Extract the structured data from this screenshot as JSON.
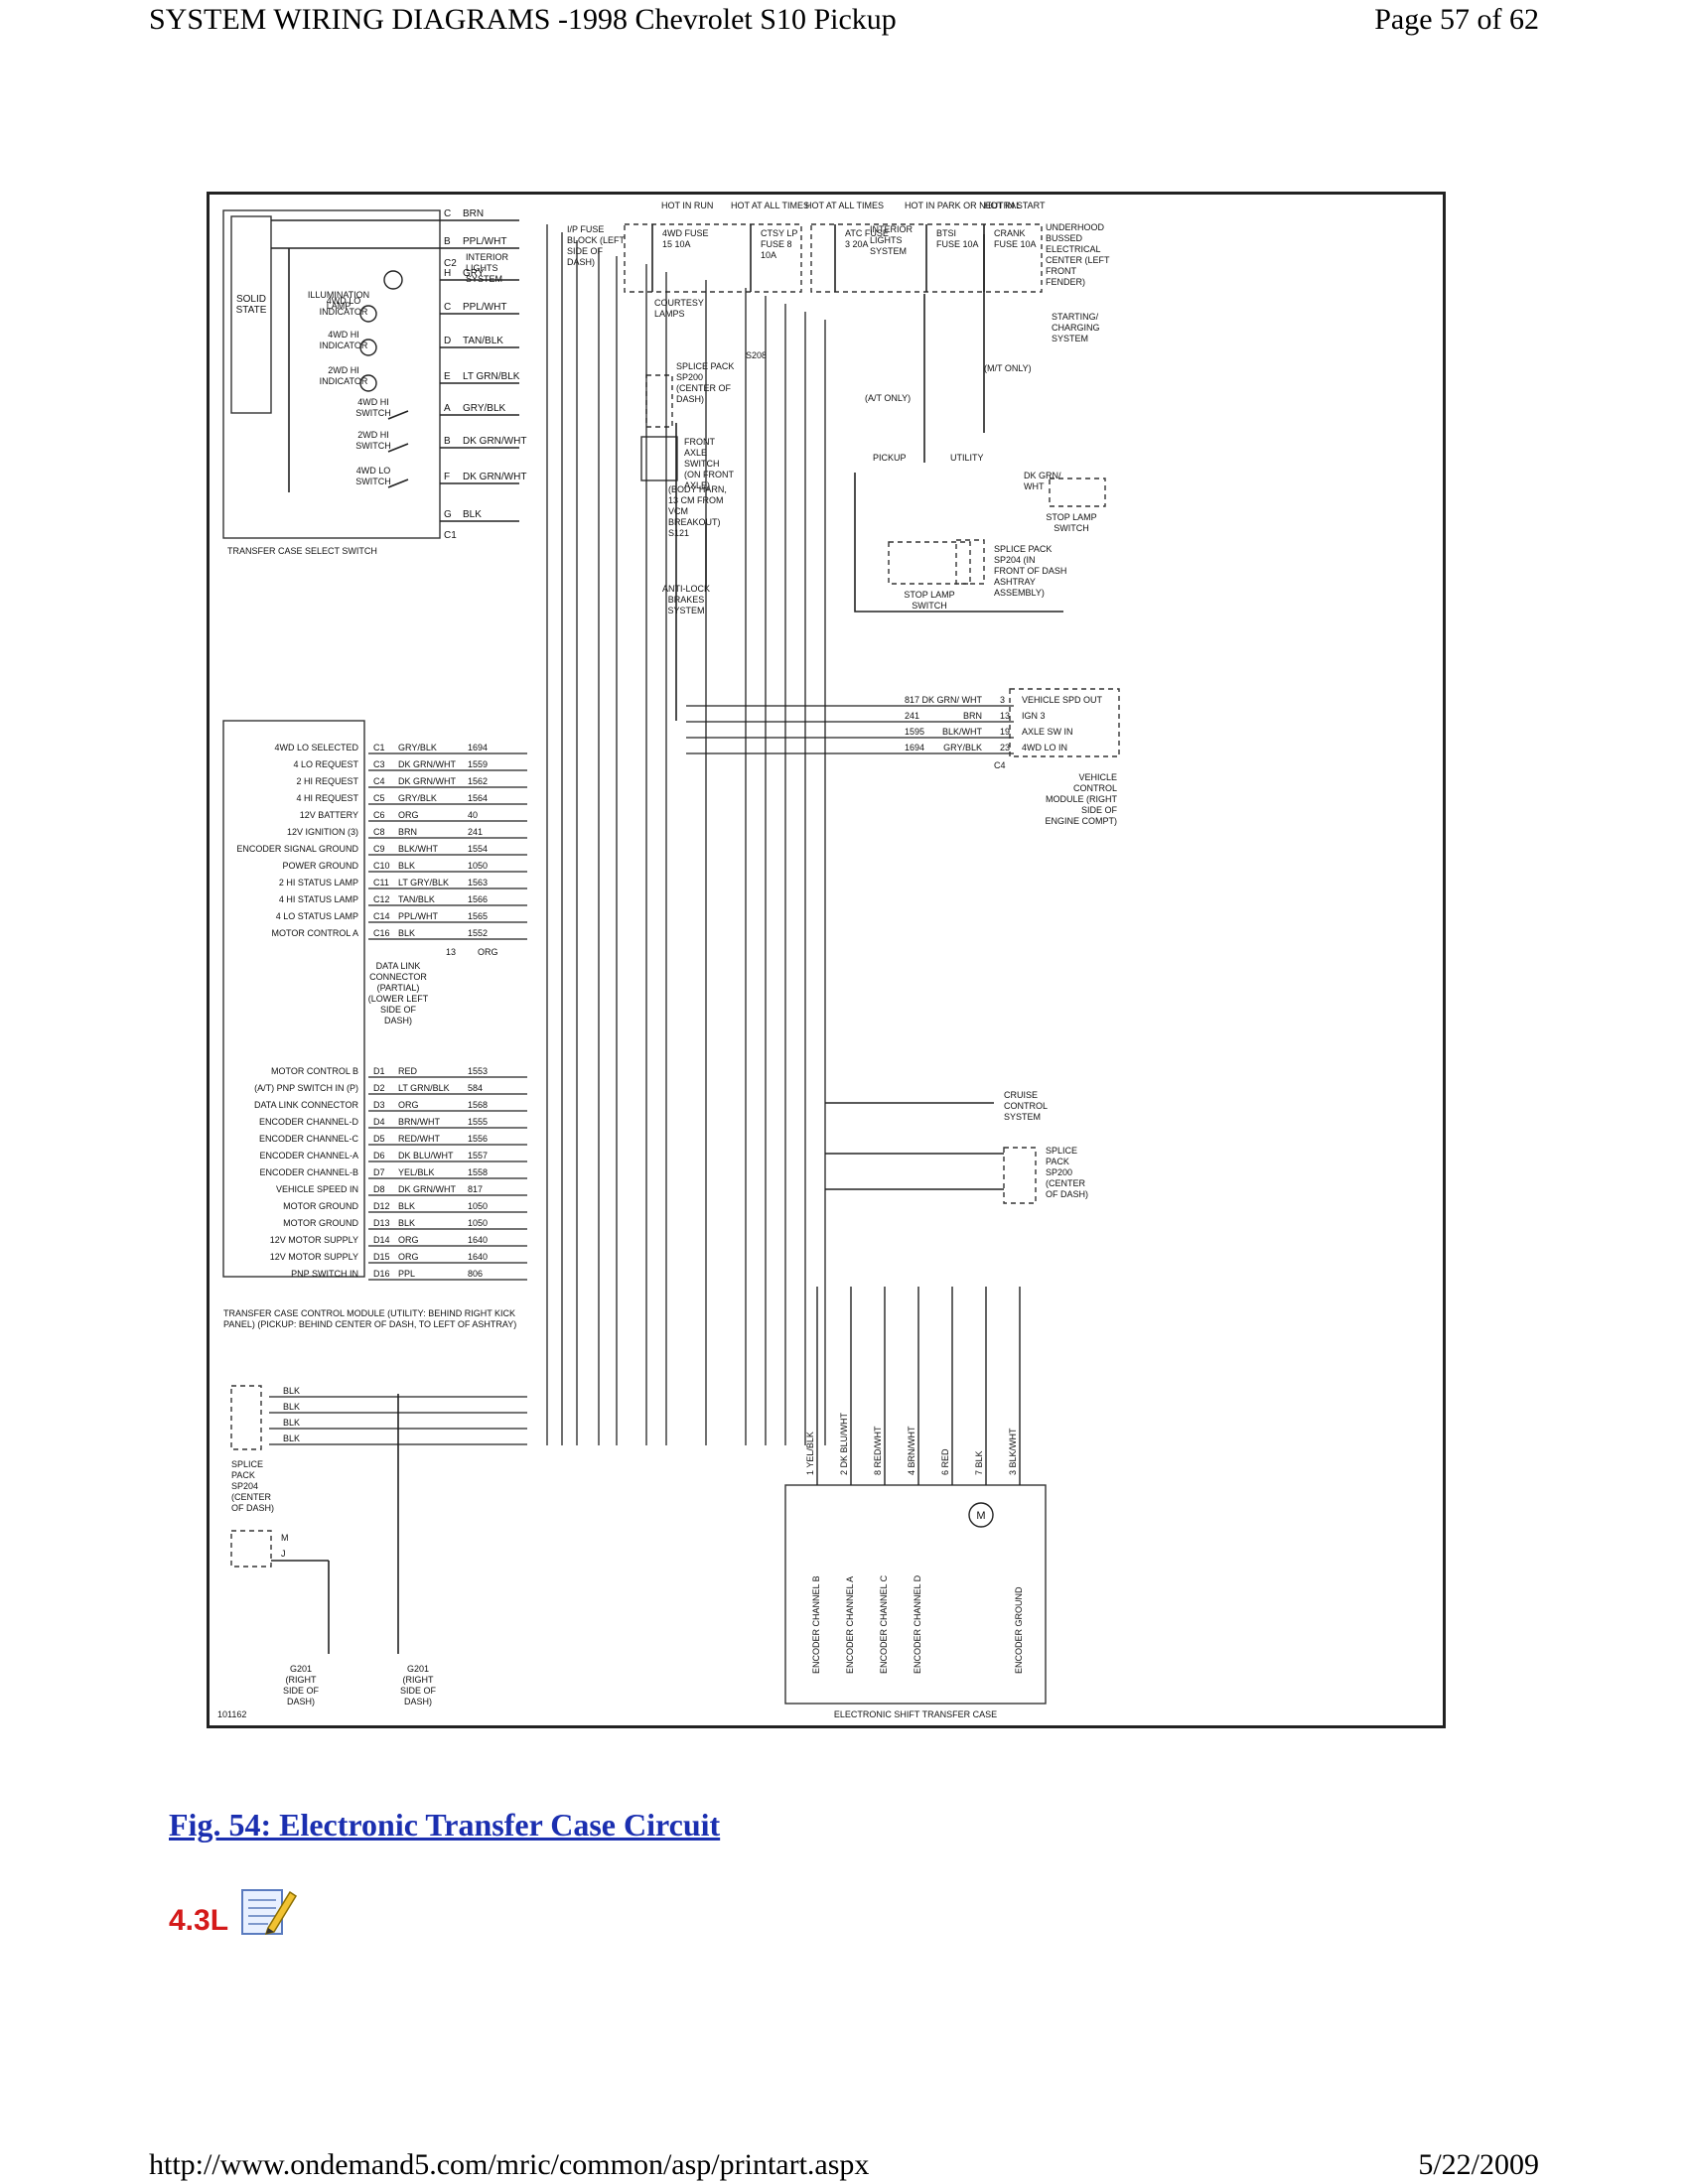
{
  "header": {
    "title": "SYSTEM WIRING DIAGRAMS -1998 Chevrolet S10 Pickup",
    "page": "Page 57 of 62"
  },
  "footer": {
    "url": "http://www.ondemand5.com/mric/common/asp/printart.aspx",
    "date": "5/22/2009"
  },
  "figure": {
    "caption": "Fig. 54: Electronic Transfer Case Circuit",
    "code": "101162"
  },
  "engine_section": {
    "label": "4.3L",
    "icon": "notepad-pencil-icon"
  },
  "diagram": {
    "power_headers": [
      "HOT IN RUN",
      "HOT AT ALL TIMES",
      "HOT AT ALL TIMES",
      "HOT IN PARK OR NEUTRAL",
      "HOT IN START"
    ],
    "fuses": [
      "4WD FUSE 15 10A",
      "CTSY LP FUSE 8 10A",
      "ATC FUSE 3 20A",
      "BTSI FUSE 10A",
      "CRANK FUSE 10A"
    ],
    "ip_fuse_block": "I/P FUSE BLOCK (LEFT SIDE OF DASH)",
    "underhood": "UNDERHOOD BUSSED ELECTRICAL CENTER (LEFT FRONT FENDER)",
    "interior_lights_system": "INTERIOR LIGHTS SYSTEM",
    "starting_charging": "STARTING/ CHARGING SYSTEM",
    "mt_only": "(M/T ONLY)",
    "at_only": "(A/T ONLY)",
    "courtesy_lamps": "COURTESY LAMPS",
    "splice_sp200_top": "SPLICE PACK SP200 (CENTER OF DASH)",
    "front_axle_switch": "FRONT AXLE SWITCH (ON FRONT AXLE)",
    "body_harn": "(BODY HARN, 13 CM FROM VCM BREAKOUT) S121",
    "s208": "S208",
    "antilock": "ANTI-LOCK BRAKES SYSTEM",
    "pickup": "PICKUP",
    "utility": "UTILITY",
    "stop_lamp_switch": "STOP LAMP SWITCH",
    "splice_sp204_right": "SPLICE PACK SP204 (IN FRONT OF DASH ASHTRAY ASSEMBLY)",
    "dk_grn_wht": "DK GRN/ WHT",
    "select_switch": {
      "solid_state": "SOLID STATE",
      "illumination_lamp": "ILLUMINATION LAMP",
      "indicators": [
        "4WD LO INDICATOR",
        "4WD HI INDICATOR",
        "2WD HI INDICATOR"
      ],
      "switches": [
        "4WD HI SWITCH",
        "2WD HI SWITCH",
        "4WD LO SWITCH"
      ],
      "label": "TRANSFER CASE SELECT SWITCH",
      "pins": [
        {
          "pin": "C",
          "wire": "BRN"
        },
        {
          "pin": "B",
          "wire": "PPL/WHT"
        },
        {
          "pin": "H",
          "wire": "GRY"
        },
        {
          "pin": "C",
          "wire": "PPL/WHT"
        },
        {
          "pin": "D",
          "wire": "TAN/BLK"
        },
        {
          "pin": "E",
          "wire": "LT GRN/BLK"
        },
        {
          "pin": "A",
          "wire": "GRY/BLK"
        },
        {
          "pin": "B",
          "wire": "DK GRN/WHT"
        },
        {
          "pin": "F",
          "wire": "DK GRN/WHT"
        },
        {
          "pin": "G",
          "wire": "BLK"
        }
      ]
    },
    "tccm_c": [
      {
        "func": "4WD LO SELECTED",
        "pin": "C1",
        "wire": "GRY/BLK",
        "circuit": "1694"
      },
      {
        "func": "4 LO REQUEST",
        "pin": "C3",
        "wire": "DK GRN/WHT",
        "circuit": "1559"
      },
      {
        "func": "2 HI REQUEST",
        "pin": "C4",
        "wire": "DK GRN/WHT",
        "circuit": "1562"
      },
      {
        "func": "4 HI REQUEST",
        "pin": "C5",
        "wire": "GRY/BLK",
        "circuit": "1564"
      },
      {
        "func": "12V BATTERY",
        "pin": "C6",
        "wire": "ORG",
        "circuit": "40"
      },
      {
        "func": "12V IGNITION (3)",
        "pin": "C8",
        "wire": "BRN",
        "circuit": "241"
      },
      {
        "func": "ENCODER SIGNAL GROUND",
        "pin": "C9",
        "wire": "BLK/WHT",
        "circuit": "1554"
      },
      {
        "func": "POWER GROUND",
        "pin": "C10",
        "wire": "BLK",
        "circuit": "1050"
      },
      {
        "func": "2 HI STATUS LAMP",
        "pin": "C11",
        "wire": "LT GRY/BLK",
        "circuit": "1563"
      },
      {
        "func": "4 HI STATUS LAMP",
        "pin": "C12",
        "wire": "TAN/BLK",
        "circuit": "1566"
      },
      {
        "func": "4 LO STATUS LAMP",
        "pin": "C14",
        "wire": "PPL/WHT",
        "circuit": "1565"
      },
      {
        "func": "MOTOR CONTROL A",
        "pin": "C16",
        "wire": "BLK",
        "circuit": "1552"
      }
    ],
    "dlc": "DATA LINK CONNECTOR (PARTIAL) (LOWER LEFT SIDE OF DASH)",
    "dlc_pin": {
      "pin": "13",
      "wire": "ORG"
    },
    "tccm_d": [
      {
        "func": "MOTOR CONTROL B",
        "pin": "D1",
        "wire": "RED",
        "circuit": "1553"
      },
      {
        "func": "(A/T) PNP SWITCH IN (P)",
        "pin": "D2",
        "wire": "LT GRN/BLK",
        "circuit": "584"
      },
      {
        "func": "DATA LINK CONNECTOR",
        "pin": "D3",
        "wire": "ORG",
        "circuit": "1568"
      },
      {
        "func": "ENCODER CHANNEL-D",
        "pin": "D4",
        "wire": "BRN/WHT",
        "circuit": "1555"
      },
      {
        "func": "ENCODER CHANNEL-C",
        "pin": "D5",
        "wire": "RED/WHT",
        "circuit": "1556"
      },
      {
        "func": "ENCODER CHANNEL-A",
        "pin": "D6",
        "wire": "DK BLU/WHT",
        "circuit": "1557"
      },
      {
        "func": "ENCODER CHANNEL-B",
        "pin": "D7",
        "wire": "YEL/BLK",
        "circuit": "1558"
      },
      {
        "func": "VEHICLE SPEED IN",
        "pin": "D8",
        "wire": "DK GRN/WHT",
        "circuit": "817"
      },
      {
        "func": "MOTOR GROUND",
        "pin": "D12",
        "wire": "BLK",
        "circuit": "1050"
      },
      {
        "func": "MOTOR GROUND",
        "pin": "D13",
        "wire": "BLK",
        "circuit": "1050"
      },
      {
        "func": "12V MOTOR SUPPLY",
        "pin": "D14",
        "wire": "ORG",
        "circuit": "1640"
      },
      {
        "func": "12V MOTOR SUPPLY",
        "pin": "D15",
        "wire": "ORG",
        "circuit": "1640"
      },
      {
        "func": "PNP SWITCH IN",
        "pin": "D16",
        "wire": "PPL",
        "circuit": "806"
      }
    ],
    "tccm_label": "TRANSFER CASE CONTROL MODULE (UTILITY: BEHIND RIGHT KICK PANEL) (PICKUP: BEHIND CENTER OF DASH, TO LEFT OF ASHTRAY)",
    "vcm": {
      "label": "VEHICLE CONTROL MODULE (RIGHT SIDE OF ENGINE COMPT)",
      "rows": [
        {
          "circuit": "817",
          "wire": "DK GRN/ WHT",
          "pin": "3",
          "func": "VEHICLE SPD OUT"
        },
        {
          "circuit": "241",
          "wire": "BRN",
          "pin": "13",
          "func": "IGN 3"
        },
        {
          "circuit": "1595",
          "wire": "BLK/WHT",
          "pin": "19",
          "func": "AXLE SW IN"
        },
        {
          "circuit": "1694",
          "wire": "GRY/BLK",
          "pin": "23",
          "func": "4WD LO IN"
        }
      ],
      "connector": "C4"
    },
    "cruise": "CRUISE CONTROL SYSTEM",
    "splice_sp200_right": "SPLICE PACK SP200 (CENTER OF DASH)",
    "splice_sp204_left": "SPLICE PACK SP204 (CENTER OF DASH)",
    "ground_left": "G201 (RIGHT SIDE OF DASH)",
    "ground_right": "G201 (RIGHT SIDE OF DASH)",
    "shift_case": {
      "label": "ELECTRONIC SHIFT TRANSFER CASE",
      "pins": [
        {
          "pin": "1",
          "wire": "YEL/BLK",
          "func": "ENCODER CHANNEL B"
        },
        {
          "pin": "2",
          "wire": "DK BLU/WHT",
          "func": "ENCODER CHANNEL A"
        },
        {
          "pin": "8",
          "wire": "RED/WHT",
          "func": "ENCODER CHANNEL C"
        },
        {
          "pin": "4",
          "wire": "BRN/WHT",
          "func": "ENCODER CHANNEL D"
        },
        {
          "pin": "6",
          "wire": "RED",
          "func": ""
        },
        {
          "pin": "7",
          "wire": "BLK",
          "func": ""
        },
        {
          "pin": "3",
          "wire": "BLK/WHT",
          "func": "ENCODER GROUND"
        }
      ]
    }
  }
}
